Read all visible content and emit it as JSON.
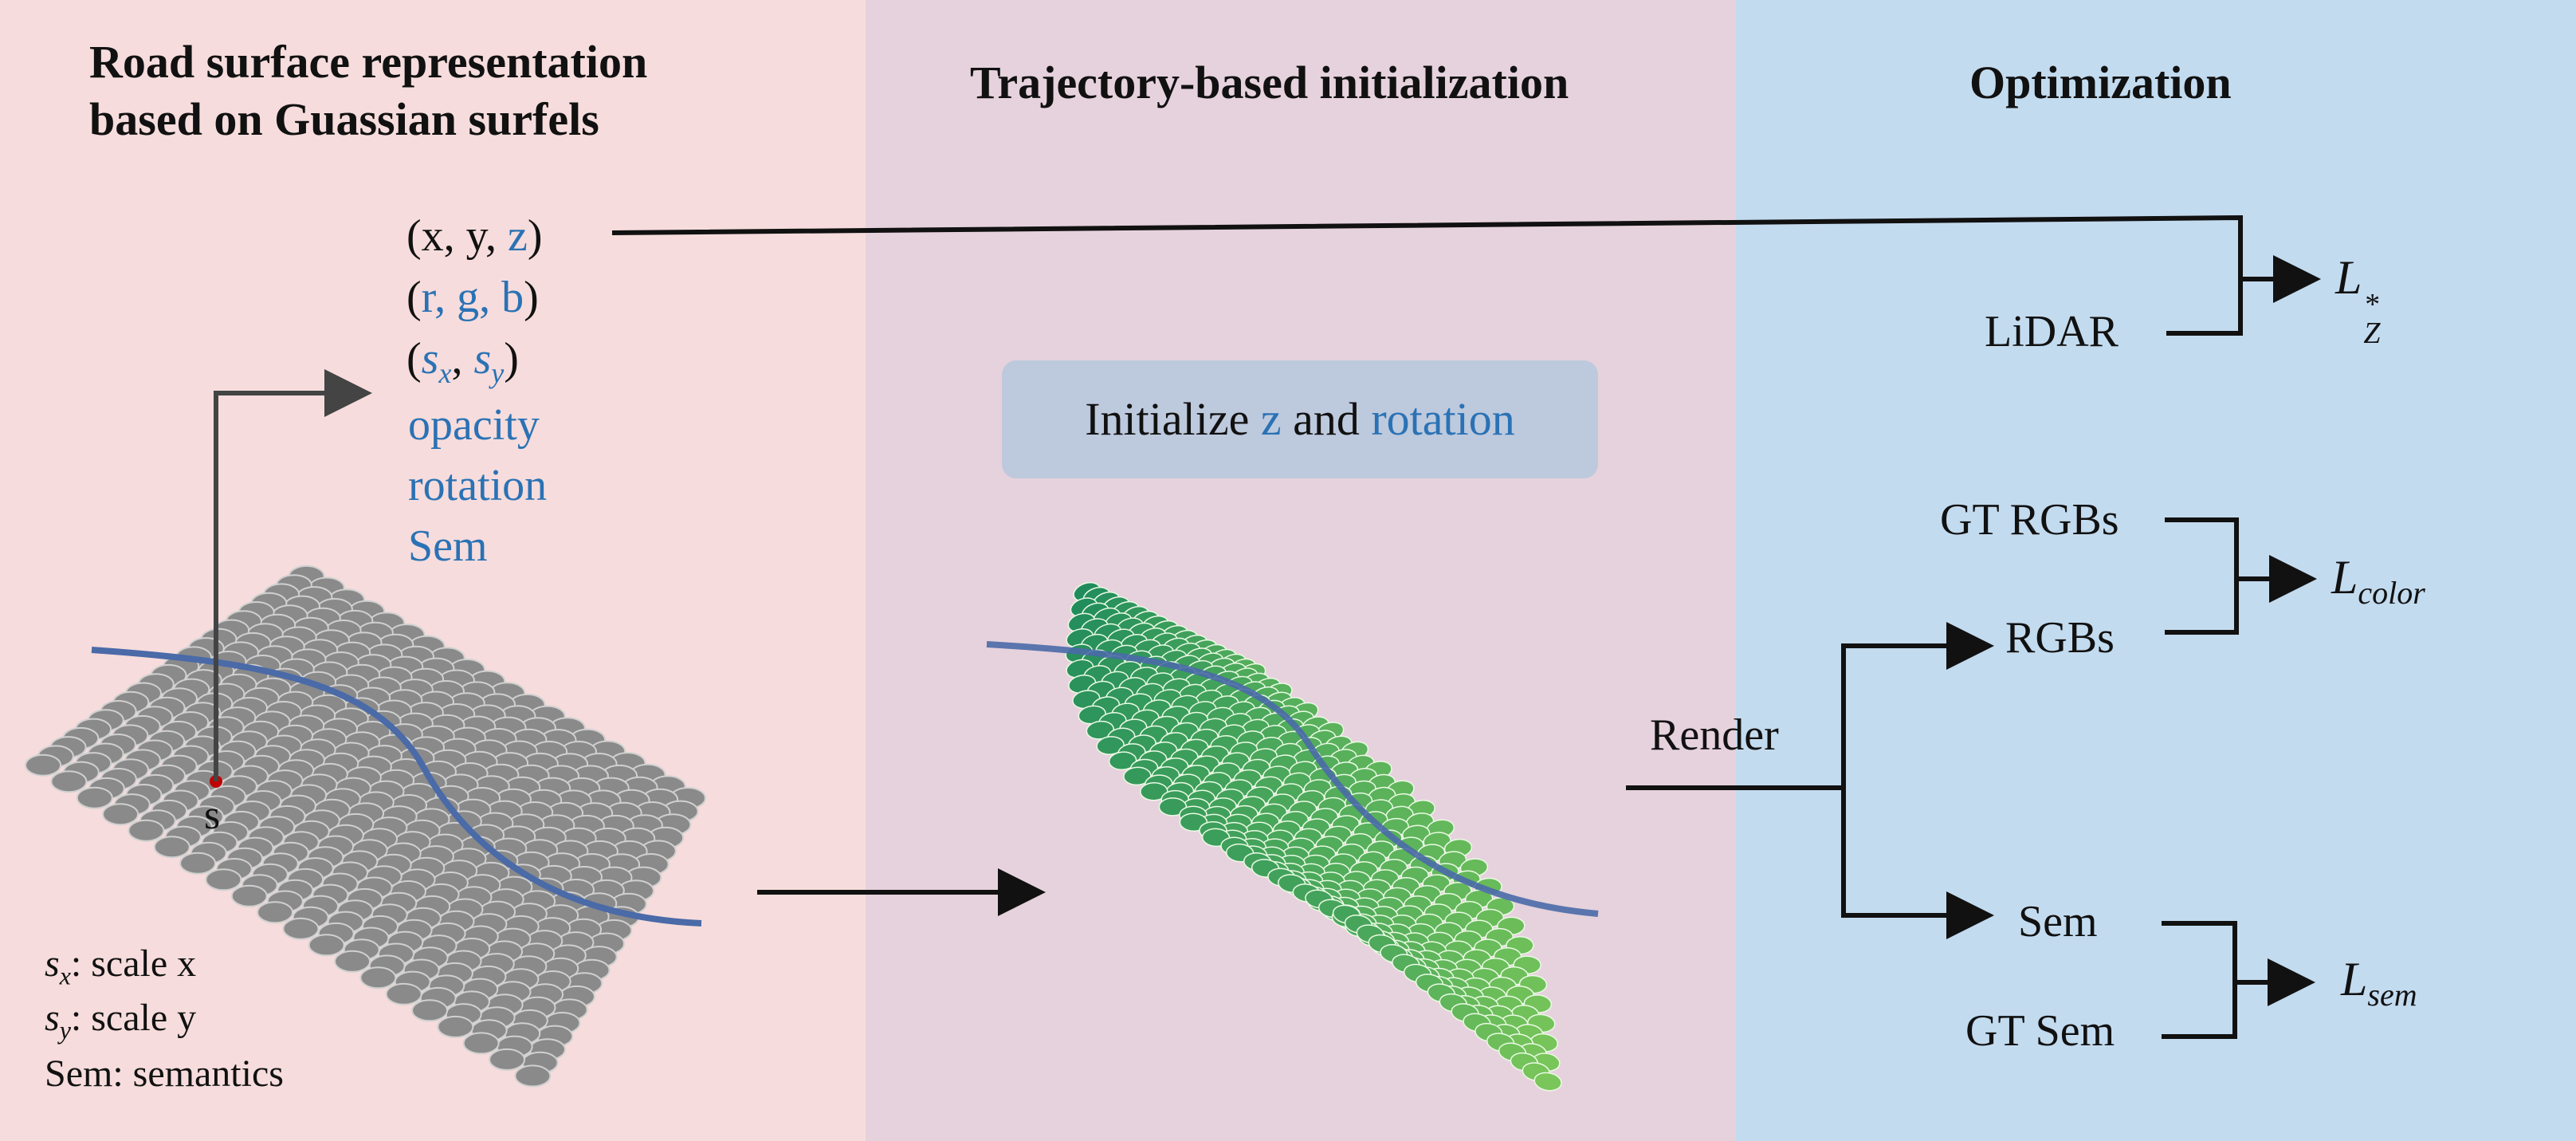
{
  "panels": {
    "left": {
      "title_line1": "Road surface representation",
      "title_line2": "based on Guassian surfels",
      "attrs": {
        "xyz": {
          "open": "(x, y, ",
          "z": "z",
          "close": ")"
        },
        "rgb": {
          "open": "(",
          "value": "r, g, b",
          "close": ")"
        },
        "scale": {
          "open": "(",
          "sx": "s",
          "sx_sub": "x",
          "comma": ", ",
          "sy": "s",
          "sy_sub": "y",
          "close": ")"
        },
        "opacity": "opacity",
        "rotation": "rotation",
        "sem": "Sem"
      },
      "point_label": "s",
      "legend": {
        "sx_sym": "s",
        "sx_sub": "x",
        "sx_text": ": scale x",
        "sy_sym": "s",
        "sy_sub": "y",
        "sy_text": ": scale y",
        "sem_text": "Sem: semantics"
      }
    },
    "middle": {
      "title": "Trajectory-based initialization",
      "init_prefix": "Initialize ",
      "init_z": "z",
      "init_and": " and ",
      "init_rotation": "rotation"
    },
    "right": {
      "title": "Optimization",
      "lidar": "LiDAR",
      "gt_rgbs": "GT RGBs",
      "rgbs": "RGBs",
      "render": "Render",
      "sem": "Sem",
      "gt_sem": "GT Sem",
      "loss_z": {
        "sym": "L",
        "sub": "Z",
        "sup": "*"
      },
      "loss_color": {
        "sym": "L",
        "sub": "color"
      },
      "loss_sem": {
        "sym": "L",
        "sub": "sem"
      }
    }
  },
  "colors": {
    "panel_left": "#f6dcdc",
    "panel_middle": "#e6d2dc",
    "panel_right": "#c3dbef",
    "accent_blue": "#2a72b5",
    "trajectory": "#4a6aa8",
    "surfel_gray": "#8a8a8a",
    "surfel_green_dark": "#1e8a5c",
    "surfel_green_light": "#7cc85a",
    "point_red": "#c00000",
    "init_box": "#bdc9dd"
  }
}
